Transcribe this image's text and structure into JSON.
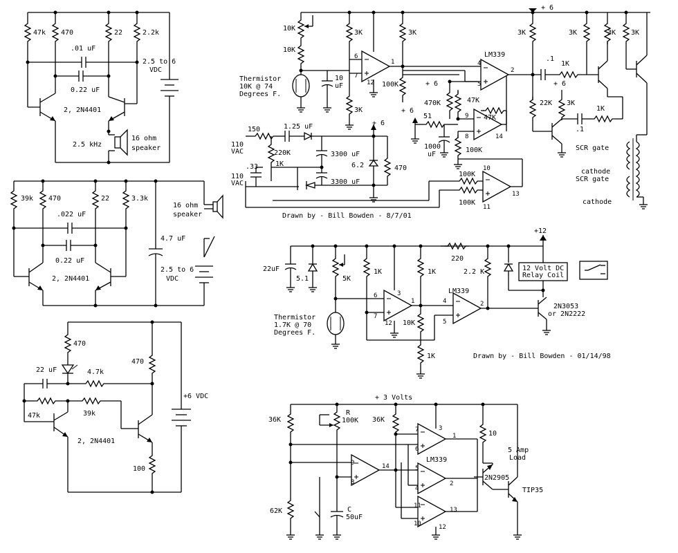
{
  "circuit1": {
    "r1": "47k",
    "r2": "470",
    "r3": "22",
    "r4": "2.2k",
    "c1": ".01 uF",
    "c2": "0.22 uF",
    "supply_line1": "2.5 to 6",
    "supply_line2": "VDC",
    "transistors": "2, 2N4401",
    "freq": "2.5 kHz",
    "speaker_line1": "16 ohm",
    "speaker_line2": "speaker"
  },
  "circuit2": {
    "r1": "39k",
    "r2": "470",
    "r3": "22",
    "r4": "3.3k",
    "c1": ".022 uF",
    "c2": "0.22 uF",
    "c3": "4.7 uF",
    "speaker_line1": "16 ohm",
    "speaker_line2": "speaker",
    "supply_line1": "2.5 to 6",
    "supply_line2": "VDC",
    "transistors": "2, 2N4401"
  },
  "circuit3": {
    "r1": "470",
    "r2": "470",
    "r3": "4.7k",
    "r4": "47k",
    "r5": "39k",
    "r6": "100",
    "c1": "22 uF",
    "supply": "+6 VDC",
    "transistors": "2, 2N4401"
  },
  "circuit4": {
    "supply": "+ 6",
    "pot": "10K",
    "r_top": "10K",
    "r3k_a": "3K",
    "r3k_b": "3K",
    "r3k_c": "3K",
    "r3k_d": "3K",
    "r3k_e": "3K",
    "r3k_f": "3K",
    "r3k_g": "3K",
    "therm_line1": "Thermistor",
    "therm_line2": "10K @ 74",
    "therm_line3": "Degrees F.",
    "c10_line1": "10",
    "c10_line2": "uF",
    "r100k": "100K",
    "r470k": "470K",
    "r47k_a": "47K",
    "r47k_b": "47K",
    "r22k": "22K",
    "r1k_a": "1K",
    "r1k_b": "1K",
    "c1_a": ".1",
    "c1_b": ".1",
    "r51": "51",
    "c1000_line1": "1000",
    "c1000_line2": "uF",
    "r100k_b": "100K",
    "r100k_c": "100K",
    "r100k_d": "100K",
    "plus6_b": "+ 6",
    "plus6_c": "+ 6",
    "plus6_d": "+ 6",
    "ic": "LM339",
    "p6": "6",
    "p7": "7",
    "p1": "1",
    "p12": "12",
    "p4": "4",
    "p5": "5",
    "p2": "2",
    "p9": "9",
    "p8": "8",
    "p14": "14",
    "p10": "10",
    "p11": "11",
    "p13": "13",
    "r150": "150",
    "c125": "1.25 uF",
    "vac1": "110",
    "vac1b": "VAC",
    "r220k": "220K",
    "c33": ".33",
    "r1k_c": "1K",
    "c3300_a": "3300 uF",
    "c3300_b": "3300 uF",
    "z62": "6.2",
    "r470": "470",
    "vac2": "110",
    "vac2b": "VAC",
    "scr1": "SCR gate",
    "cathode1": "cathode",
    "scr2": "SCR gate",
    "cathode2": "cathode",
    "credit": "Drawn by - Bill Bowden - 8/7/01"
  },
  "circuit5": {
    "supply": "+12",
    "c22": "22uF",
    "z51": "5.1",
    "pot5k": "5K",
    "r1k_a": "1K",
    "r1k_b": "1K",
    "r1k_c": "1K",
    "r220": "220",
    "r22k": "2.2 K",
    "relay_line1": "12 Volt DC",
    "relay_line2": "Relay Coil",
    "therm_line1": "Thermistor",
    "therm_line2": "1.7K @ 70",
    "therm_line3": "Degrees F.",
    "ic": "LM339",
    "p6": "6",
    "p7": "7",
    "p3": "3",
    "p1": "1",
    "p12": "12",
    "p4": "4",
    "p5": "5",
    "p2": "2",
    "r10k": "10K",
    "trans_line1": "2N3053",
    "trans_line2": "or 2N2222",
    "credit": "Drawn by - Bill Bowden - 01/14/98"
  },
  "circuit6": {
    "supply": "+ 3 Volts",
    "r36k_a": "36K",
    "r_r": "R",
    "r100k": "100K",
    "r36k_b": "36K",
    "r62k": "62K",
    "ic": "LM339",
    "p7": "7",
    "p6": "6",
    "p3": "3",
    "p1": "1",
    "p9": "9",
    "p8": "8",
    "p14": "14",
    "p5": "5",
    "p4": "4",
    "p2": "2",
    "p11": "11",
    "p10": "10",
    "p13": "13",
    "p12": "12",
    "r10": "10",
    "load_line1": "5 Amp",
    "load_line2": "Load",
    "t1": "2N2905",
    "t2": "TIP35",
    "c_label": "C",
    "c_value": "50uF"
  }
}
